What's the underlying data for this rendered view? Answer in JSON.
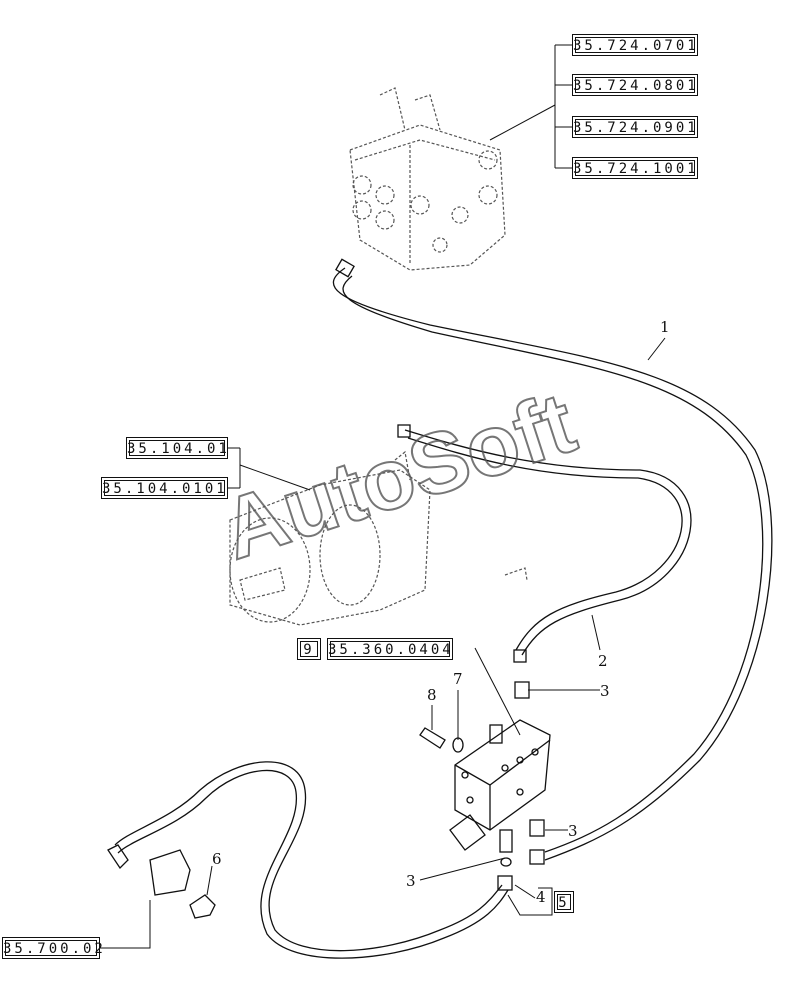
{
  "references": {
    "r1": "35.724.0701",
    "r2": "35.724.0801",
    "r3": "35.724.0901",
    "r4": "35.724.1001",
    "r5": "35.104.01",
    "r6": "35.104.0101",
    "r7": "9",
    "r8": "35.360.0404",
    "r9": "35.700.02",
    "r10": "5"
  },
  "callouts": {
    "c1": "1",
    "c2": "2",
    "c3a": "3",
    "c3b": "3",
    "c3c": "3",
    "c4": "4",
    "c6": "6",
    "c7": "7",
    "c8": "8"
  },
  "watermark": "AutoSoft",
  "colors": {
    "line": "#111111",
    "dashed_part": "#555555",
    "watermark": "#555555"
  }
}
